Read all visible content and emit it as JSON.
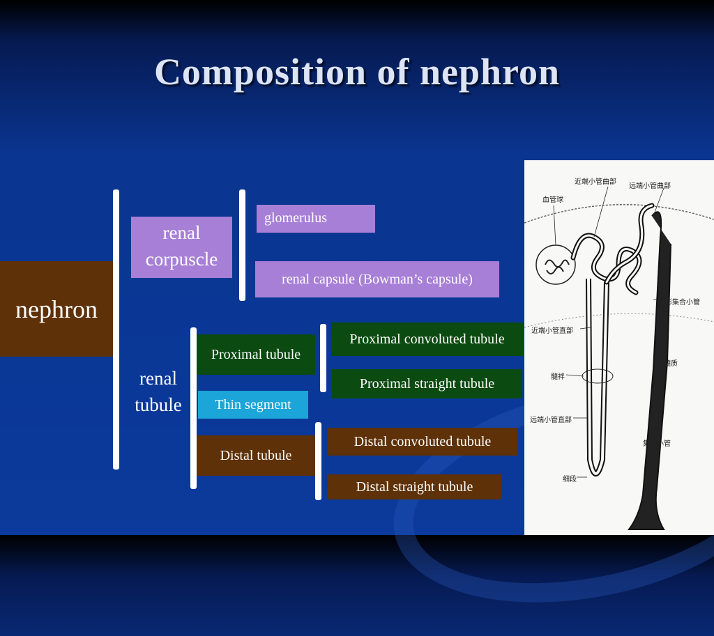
{
  "slide": {
    "title": "Composition of nephron"
  },
  "diagram": {
    "root": "nephron",
    "corpuscle": {
      "label_line1": "renal",
      "label_line2": "corpuscle",
      "parts": [
        "glomerulus",
        "renal capsule (Bowman’s capsule)"
      ]
    },
    "tubule": {
      "label_line1": "renal",
      "label_line2": "tubule",
      "proximal": {
        "label": "Proximal tubule",
        "parts": [
          "Proximal convoluted tubule",
          "Proximal straight tubule"
        ]
      },
      "thin": {
        "label": "Thin segment"
      },
      "distal": {
        "label": "Distal tubule",
        "parts": [
          "Distal convoluted tubule",
          "Distal straight tubule"
        ]
      }
    },
    "colors": {
      "brown": "#5e3108",
      "lavender": "#a77fd6",
      "dark_green": "#0b4a10",
      "cyan": "#1ba5d8"
    }
  },
  "figure": {
    "labels": {
      "proximal_convoluted": "近端小管曲部",
      "distal_convoluted": "远端小管曲部",
      "glomerulus": "血管球",
      "arched_collecting": "弓形集合小管",
      "proximal_straight": "近端小管直部",
      "medulla": "髓质",
      "medullary_ray": "髓袢",
      "distal_straight": "远端小管直部",
      "collecting_duct": "集合小管",
      "thin_segment": "细段"
    }
  }
}
